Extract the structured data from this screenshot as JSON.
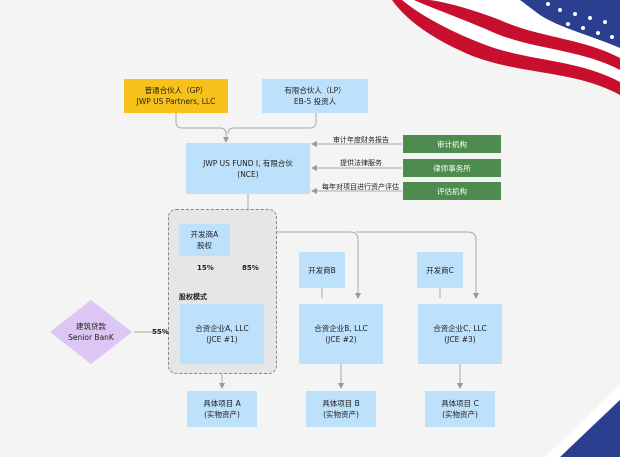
{
  "nodes": {
    "gp": {
      "line1": "普通合伙人（GP）",
      "line2": "JWP US Partners, LLC"
    },
    "lp": {
      "line1": "有限合伙人（LP）",
      "line2": "EB-5 投资人"
    },
    "fund": {
      "line1": "JWP US FUND I, 有限合伙",
      "line2": "(NCE)"
    },
    "audit": {
      "label": "审计机构"
    },
    "law": {
      "label": "律师事务所"
    },
    "appraisal": {
      "label": "评估机构"
    },
    "devA": {
      "line1": "开发商A",
      "line2": "股权"
    },
    "devB": {
      "label": "开发商B"
    },
    "devC": {
      "label": "开发商C"
    },
    "bank": {
      "line1": "建筑贷款",
      "line2": "Senior BanK"
    },
    "jceA": {
      "line1": "合资企业A, LLC",
      "line2": "(JCE #1)"
    },
    "jceB": {
      "line1": "合资企业B, LLC",
      "line2": "(JCE #2)"
    },
    "jceC": {
      "line1": "合资企业C, LLC",
      "line2": "(JCE #3)"
    },
    "projA": {
      "line1": "具体项目 A",
      "line2": "(实物资产)"
    },
    "projB": {
      "line1": "具体项目 B",
      "line2": "(实物资产)"
    },
    "projC": {
      "line1": "具体项目 C",
      "line2": "(实物资产)"
    }
  },
  "edge_labels": {
    "audit": "审计年度财务报告",
    "law": "提供法律服务",
    "appraisal": "每年对项目进行资产评估",
    "pct15": "15%",
    "pct85": "85%",
    "pct55": "55%",
    "equity_mode": "股权模式"
  },
  "colors": {
    "blue": "#bde0fb",
    "yellow": "#f6c21a",
    "green": "#4e8b4e",
    "purple": "#dcc6f3",
    "arrow": "#999999"
  }
}
